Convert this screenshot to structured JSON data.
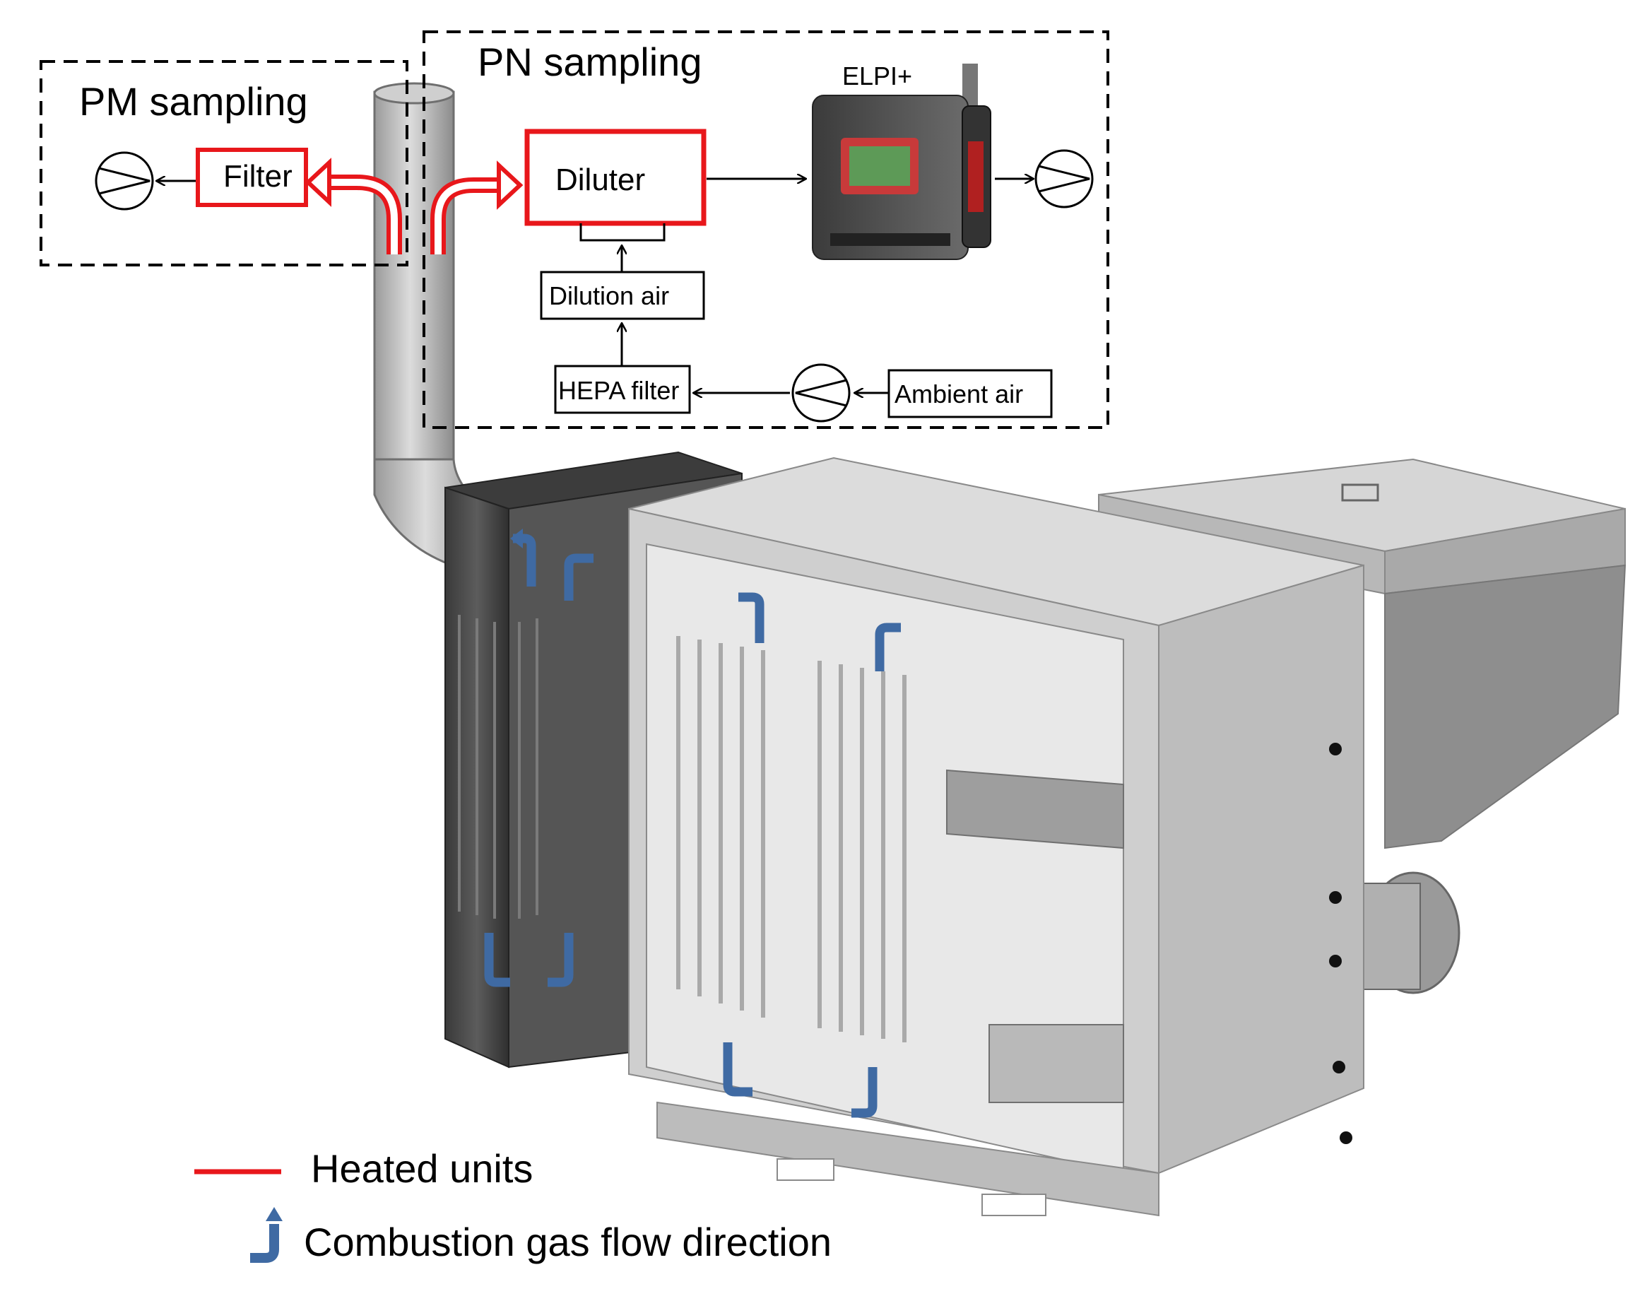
{
  "pm_box": {
    "title": "PM sampling",
    "filter_label": "Filter"
  },
  "pn_box": {
    "title": "PN sampling",
    "diluter_label": "Diluter",
    "elpi_label": "ELPI+",
    "dilution_air_label": "Dilution air",
    "hepa_filter_label": "HEPA filter",
    "ambient_air_label": "Ambient air"
  },
  "legend": {
    "heated_units": "Heated units",
    "flow_direction": "Combustion gas flow direction"
  },
  "colors": {
    "heated": "#e8171b",
    "flow_arrow": "#3f6aa3",
    "dashed_border": "#000000",
    "boiler_light": "#c9c9c9",
    "boiler_dark": "#4a4a4a"
  }
}
